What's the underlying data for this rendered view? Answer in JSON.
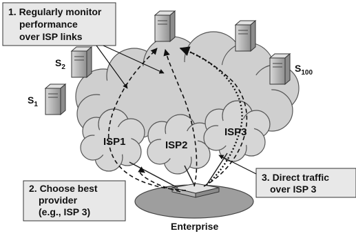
{
  "callouts": {
    "monitor": [
      "1. Regularly monitor",
      "performance",
      "over ISP links"
    ],
    "choose": [
      "2. Choose best",
      "provider",
      "(e.g., ISP 3)"
    ],
    "direct": [
      "3. Direct traffic",
      "over ISP 3"
    ]
  },
  "isps": [
    "ISP1",
    "ISP2",
    "ISP3"
  ],
  "servers": {
    "s1": {
      "base": "S",
      "sub": "1"
    },
    "s2": {
      "base": "S",
      "sub": "2"
    },
    "s100": {
      "base": "S",
      "sub": "100"
    }
  },
  "enterprise_label": "Enterprise",
  "colors": {
    "cloud_fill": "#cfcfcf",
    "callout_fill": "#e8e8e8",
    "enterprise_fill": "#9e9e9e",
    "server_fill": "#bdbdbd"
  }
}
